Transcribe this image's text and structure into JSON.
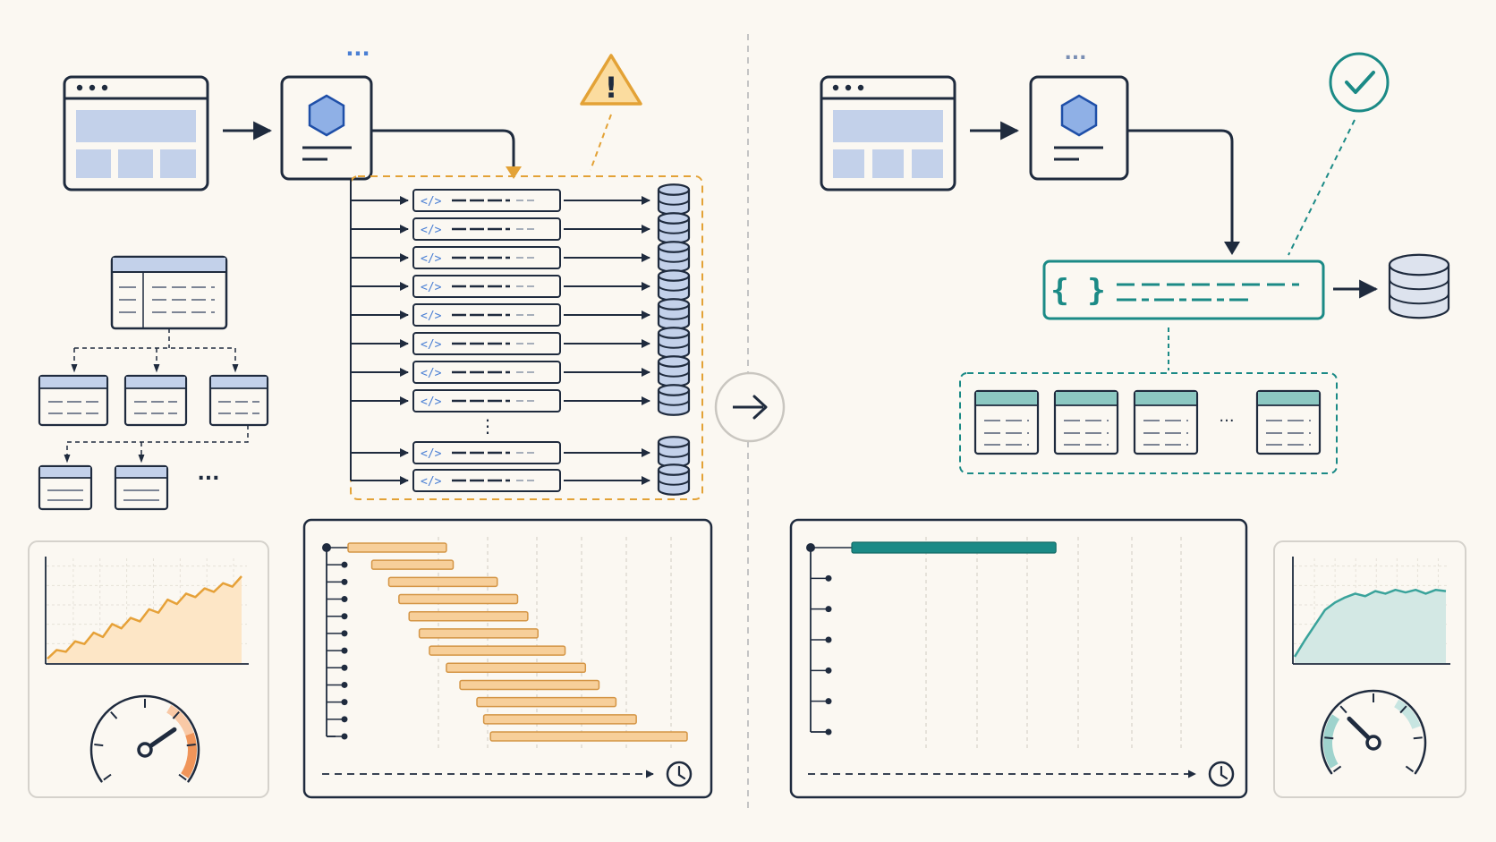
{
  "palette": {
    "background": "#fbf8f2",
    "ink": "#1f2b3e",
    "panel_blue": "#c3d1ea",
    "hex_blue": "#8fb0e6",
    "tag_blue": "#4a7fd4",
    "warning_orange": "#e3a236",
    "warning_fill": "#fbdc9f",
    "gantt_bar": "#f7cf9a",
    "gantt_bar_stroke": "#d49545",
    "area_orange": "#fde6c6",
    "line_orange": "#e6a138",
    "teal": "#1b8a86",
    "teal_light": "#8cc8c2",
    "area_teal": "#d3e8e4",
    "line_teal": "#3aa39b",
    "divider": "#c4c4c4"
  },
  "icons": {
    "warning": "warning-triangle-icon",
    "success": "check-circle-icon",
    "code": "code-tag-icon",
    "braces": "curly-braces-icon",
    "database": "database-icon",
    "clock": "clock-icon",
    "gauge": "speedometer-icon",
    "transition": "arrow-right-circle-icon"
  },
  "text": {
    "ellipsis": "...",
    "vertical_ellipsis": "⋮",
    "middle_ellipsis": "···",
    "warning_mark": "!",
    "code_tag": "</>",
    "braces_tag": "{ }",
    "arrow": "→"
  },
  "left": {
    "query_row_count": 10,
    "gantt": {
      "bars": [
        [
          0.0,
          0.29
        ],
        [
          0.07,
          0.31
        ],
        [
          0.12,
          0.44
        ],
        [
          0.15,
          0.5
        ],
        [
          0.18,
          0.53
        ],
        [
          0.21,
          0.56
        ],
        [
          0.24,
          0.64
        ],
        [
          0.29,
          0.7
        ],
        [
          0.33,
          0.74
        ],
        [
          0.38,
          0.79
        ],
        [
          0.4,
          0.85
        ],
        [
          0.42,
          1.0
        ]
      ]
    },
    "trend": [
      0.05,
      0.15,
      0.13,
      0.25,
      0.22,
      0.35,
      0.3,
      0.45,
      0.4,
      0.52,
      0.48,
      0.62,
      0.58,
      0.73,
      0.68,
      0.8,
      0.76,
      0.86,
      0.82,
      0.92,
      0.88,
      1.0
    ],
    "gauge_level": 0.72
  },
  "right": {
    "gantt": {
      "bars": [
        [
          0.0,
          0.62
        ]
      ],
      "row_count": 6
    },
    "trend": [
      0.05,
      0.18,
      0.3,
      0.42,
      0.48,
      0.52,
      0.55,
      0.53,
      0.57,
      0.55,
      0.58,
      0.56,
      0.58,
      0.55,
      0.58,
      0.57
    ],
    "gauge_level": 0.32
  }
}
